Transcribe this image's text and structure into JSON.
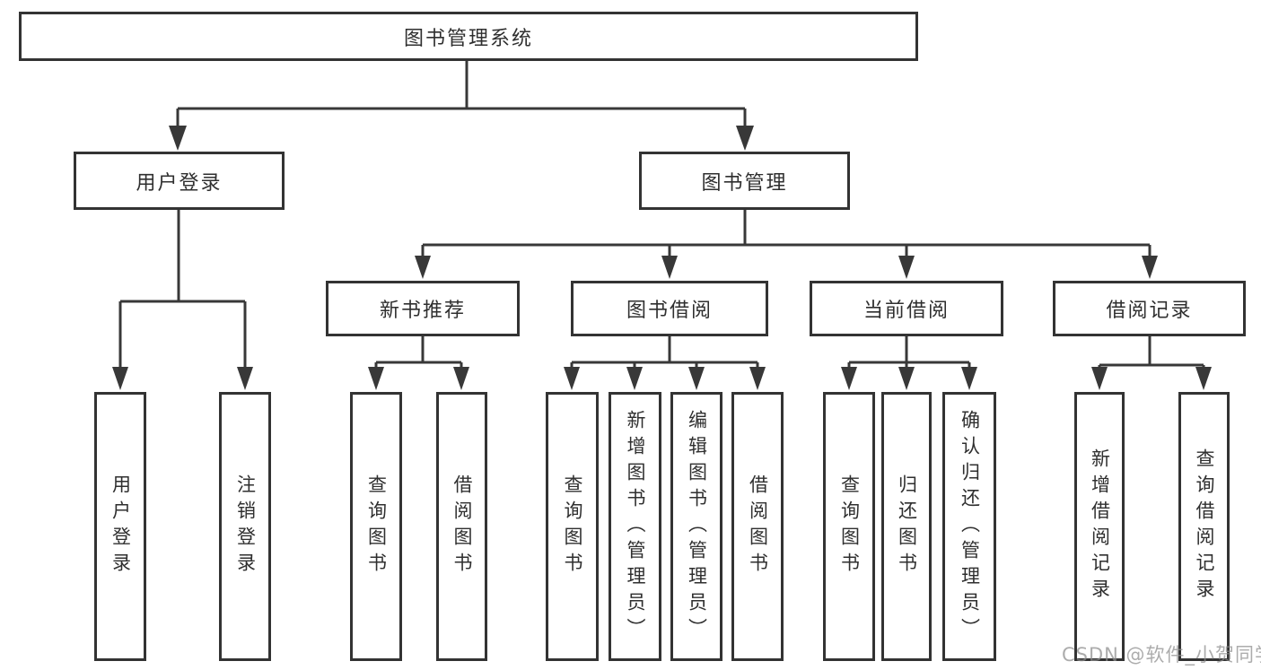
{
  "diagram": {
    "root": {
      "label": "图书管理系统"
    },
    "level2": [
      {
        "id": "user-login",
        "label": "用户登录",
        "parent": "图书管理系统"
      },
      {
        "id": "book-management",
        "label": "图书管理",
        "parent": "图书管理系统"
      }
    ],
    "level3": [
      {
        "id": "new-book-recommend",
        "label": "新书推荐",
        "parent": "图书管理"
      },
      {
        "id": "book-borrow",
        "label": "图书借阅",
        "parent": "图书管理"
      },
      {
        "id": "current-borrow",
        "label": "当前借阅",
        "parent": "图书管理"
      },
      {
        "id": "borrow-records",
        "label": "借阅记录",
        "parent": "图书管理"
      }
    ],
    "leaves": [
      {
        "id": "user-login-leaf",
        "label": "用户登录",
        "parent": "用户登录"
      },
      {
        "id": "logout",
        "label": "注销登录",
        "parent": "用户登录"
      },
      {
        "id": "query-books-rec",
        "label": "查询图书",
        "parent": "新书推荐"
      },
      {
        "id": "borrow-books-rec",
        "label": "借阅图书",
        "parent": "新书推荐"
      },
      {
        "id": "query-books-borrow",
        "label": "查询图书",
        "parent": "图书借阅"
      },
      {
        "id": "add-book-admin",
        "label": "新增图书（管理员）",
        "parent": "图书借阅"
      },
      {
        "id": "edit-book-admin",
        "label": "编辑图书（管理员）",
        "parent": "图书借阅"
      },
      {
        "id": "borrow-books-borrow",
        "label": "借阅图书",
        "parent": "图书借阅"
      },
      {
        "id": "query-books-current",
        "label": "查询图书",
        "parent": "当前借阅"
      },
      {
        "id": "return-book",
        "label": "归还图书",
        "parent": "当前借阅"
      },
      {
        "id": "confirm-return-admin",
        "label": "确认归还（管理员）",
        "parent": "当前借阅"
      },
      {
        "id": "add-borrow-record",
        "label": "新增借阅记录",
        "parent": "借阅记录"
      },
      {
        "id": "query-borrow-record",
        "label": "查询借阅记录",
        "parent": "借阅记录"
      }
    ]
  },
  "watermark": {
    "text": "CSDN @软件_小贺同学"
  },
  "colors": {
    "line": "#383838",
    "box_border": "#333333",
    "text": "#2f2f2f",
    "watermark": "#8c8c8c",
    "background": "#ffffff"
  }
}
